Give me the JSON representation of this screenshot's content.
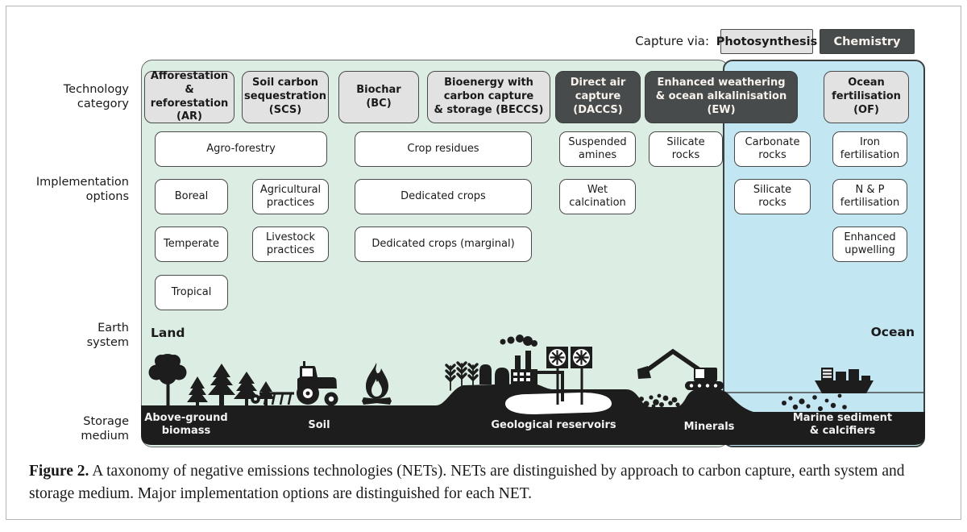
{
  "legend": {
    "label": "Capture via:",
    "items": [
      {
        "label": "Photosynthesis",
        "style": "light"
      },
      {
        "label": "Chemistry",
        "style": "dark"
      }
    ]
  },
  "row_labels": {
    "technology": "Technology\ncategory",
    "implementation": "Implementation\noptions",
    "earth": "Earth\nsystem",
    "storage": "Storage\nmedium"
  },
  "categories": [
    {
      "label": "Afforestation &\nreforestation\n(AR)",
      "capture_via": "Photosynthesis"
    },
    {
      "label": "Soil carbon\nsequestration\n(SCS)",
      "capture_via": "Photosynthesis"
    },
    {
      "label": "Biochar\n(BC)",
      "capture_via": "Photosynthesis"
    },
    {
      "label": "Bioenergy with\ncarbon capture\n& storage (BECCS)",
      "capture_via": "Photosynthesis"
    },
    {
      "label": "Direct air\ncapture\n(DACCS)",
      "capture_via": "Chemistry"
    },
    {
      "label": "Enhanced weathering\n& ocean alkalinisation\n(EW)",
      "capture_via": "Chemistry"
    },
    {
      "label": "Ocean\nfertilisation\n(OF)",
      "capture_via": "Photosynthesis"
    }
  ],
  "options": [
    {
      "label": "Agro-forestry"
    },
    {
      "label": "Crop residues"
    },
    {
      "label": "Suspended\namines"
    },
    {
      "label": "Silicate\nrocks"
    },
    {
      "label": "Carbonate\nrocks"
    },
    {
      "label": "Iron\nfertilisation"
    },
    {
      "label": "Boreal"
    },
    {
      "label": "Agricultural\npractices"
    },
    {
      "label": "Dedicated crops"
    },
    {
      "label": "Wet\ncalcination"
    },
    {
      "label": "Silicate\nrocks"
    },
    {
      "label": "N & P\nfertilisation"
    },
    {
      "label": "Temperate"
    },
    {
      "label": "Livestock\npractices"
    },
    {
      "label": "Dedicated crops (marginal)"
    },
    {
      "label": "Enhanced\nupwelling"
    },
    {
      "label": "Tropical"
    }
  ],
  "earth_systems": {
    "land": "Land",
    "ocean": "Ocean"
  },
  "storage_media": [
    {
      "label": "Above-ground\nbiomass"
    },
    {
      "label": "Soil"
    },
    {
      "label": "Geological reservoirs"
    },
    {
      "label": "Minerals"
    },
    {
      "label": "Marine sediment\n& calcifiers"
    }
  ],
  "icons": {
    "land": [
      "deciduous-tree",
      "pine-trees",
      "plow",
      "tractor",
      "campfire",
      "wheat-stalks",
      "factory-with-pipe",
      "direct-air-capture-fans",
      "excavator",
      "mineral-rocks"
    ],
    "ocean": [
      "cargo-ship",
      "sediment-particles"
    ],
    "other": [
      "geological-reservoir-cavity",
      "waterline"
    ]
  },
  "colors": {
    "photosynthesis_chip": "#e2e2e2",
    "chemistry_chip": "#474b4b",
    "land_background": "#dceee3",
    "ocean_background": "#c2e6f2",
    "ground": "#1d1d1d"
  },
  "caption": {
    "figure_label": "Figure 2.",
    "text": "A taxonomy of negative emissions technologies (NETs). NETs are distinguished by approach to carbon capture, earth system and storage medium. Major implementation options are distinguished for each NET."
  }
}
